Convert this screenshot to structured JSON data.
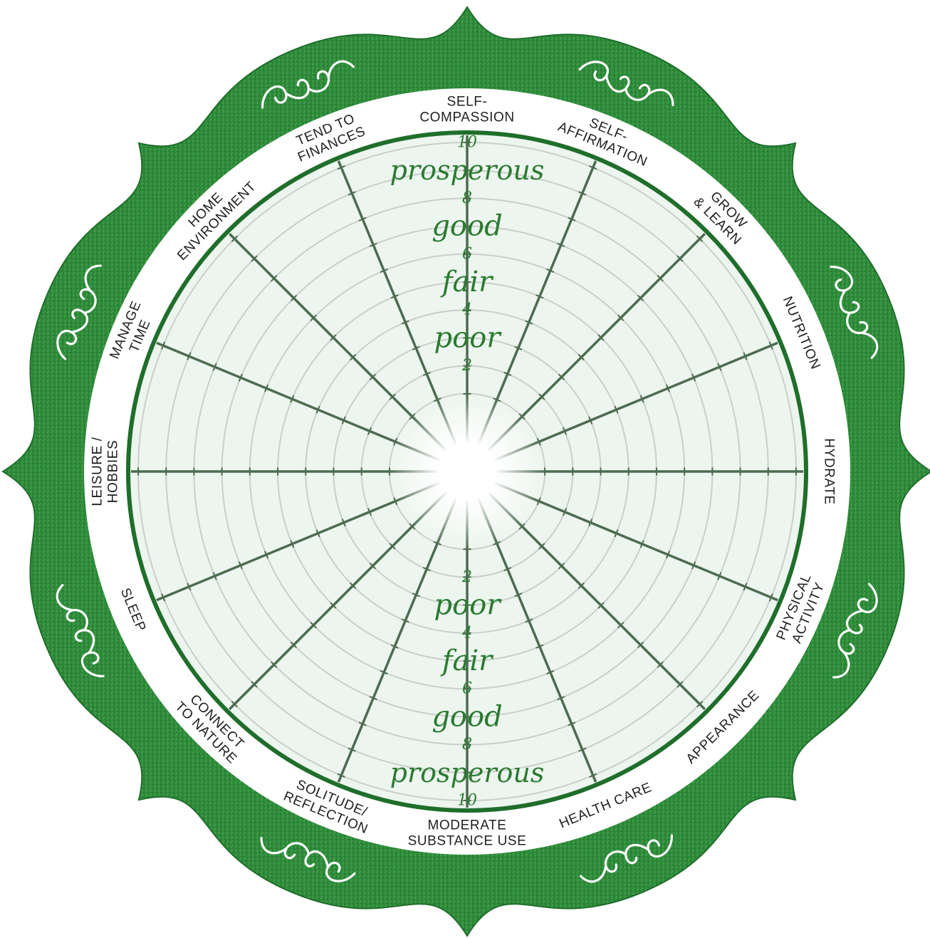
{
  "categories": [
    {
      "id": "self-compassion",
      "lines": [
        "SELF-",
        "COMPASSION"
      ]
    },
    {
      "id": "self-affirmation",
      "lines": [
        "SELF-",
        "AFFIRMATION"
      ]
    },
    {
      "id": "grow-learn",
      "lines": [
        "GROW",
        "& LEARN"
      ]
    },
    {
      "id": "nutrition",
      "lines": [
        "NUTRITION"
      ]
    },
    {
      "id": "hydrate",
      "lines": [
        "HYDRATE"
      ]
    },
    {
      "id": "physical-activity",
      "lines": [
        "PHYSICAL",
        "ACTIVITY"
      ]
    },
    {
      "id": "appearance",
      "lines": [
        "APPEARANCE"
      ]
    },
    {
      "id": "health-care",
      "lines": [
        "HEALTH CARE"
      ]
    },
    {
      "id": "moderate-substance-use",
      "lines": [
        "MODERATE",
        "SUBSTANCE USE"
      ]
    },
    {
      "id": "solitude-reflection",
      "lines": [
        "SOLITUDE/",
        "REFLECTION"
      ]
    },
    {
      "id": "connect-to-nature",
      "lines": [
        "CONNECT",
        "TO NATURE"
      ]
    },
    {
      "id": "sleep",
      "lines": [
        "SLEEP"
      ]
    },
    {
      "id": "leisure-hobbies",
      "lines": [
        "LEISURE /",
        "HOBBIES"
      ]
    },
    {
      "id": "manage-time",
      "lines": [
        "MANAGE",
        "TIME"
      ]
    },
    {
      "id": "home-environment",
      "lines": [
        "HOME",
        "ENVIRONMENT"
      ]
    },
    {
      "id": "tend-to-finances",
      "lines": [
        "TEND TO",
        "FINANCES"
      ]
    }
  ],
  "scale": {
    "levels": 10,
    "numbers": [
      "2",
      "4",
      "6",
      "8",
      "10"
    ],
    "words": [
      "poor",
      "fair",
      "good",
      "prosperous"
    ]
  },
  "colors": {
    "frame_green": "#2e8b3a",
    "frame_dark": "#1f6e2b",
    "wheel_fill": "#ecf5ee",
    "spoke": "#4d6b50",
    "ring": "#c9cfc9",
    "text_green": "#2b7a31",
    "label_text": "#1f1f1f"
  },
  "decor": {
    "frame_shape": "scalloped-flower",
    "swirl": "white-swirl-ornament"
  }
}
